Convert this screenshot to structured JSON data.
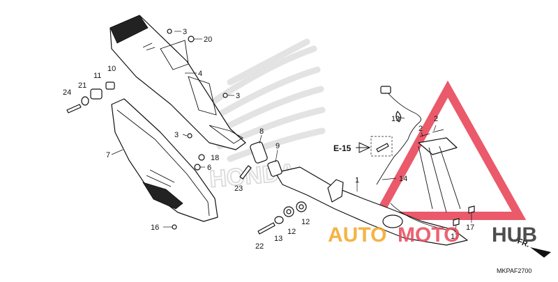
{
  "diagram": {
    "code": "MKPAF2700",
    "direction_label": "FR.",
    "reference_label": "E-15",
    "watermark_brand": "HONDA",
    "watermark_text": {
      "part1": "AUTO",
      "part2": "MOTO",
      "part3": "HUB"
    },
    "colors": {
      "watermark_red": "#e8485a",
      "watermark_orange": "#f5a623",
      "watermark_dark": "#3a3a3a",
      "honda_wing_gray": "#e3e3e3"
    },
    "callouts": [
      "1",
      "2",
      "3",
      "4",
      "6",
      "7",
      "8",
      "9",
      "10",
      "11",
      "12",
      "13",
      "14",
      "16",
      "17",
      "18",
      "19",
      "20",
      "21",
      "22",
      "23",
      "24"
    ]
  }
}
